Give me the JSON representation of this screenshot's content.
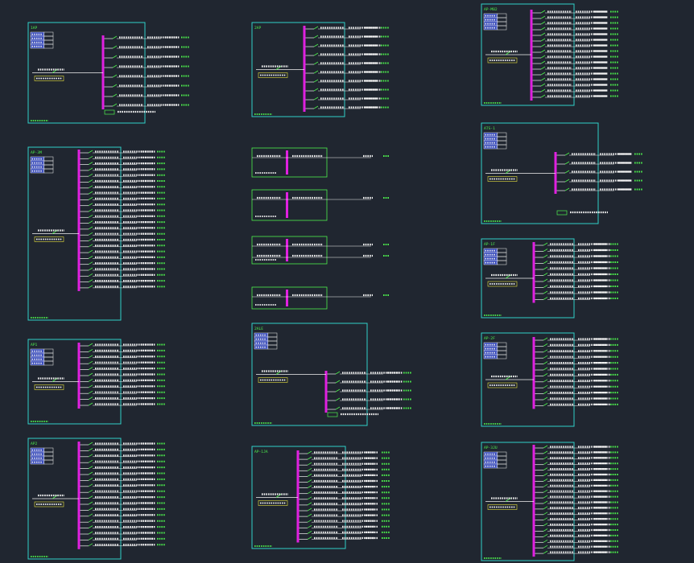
{
  "colors": {
    "background": "#202630",
    "frame": "#2fd0c8",
    "bus": "#e020e0",
    "wire": "#f2f2f2",
    "breaker": "#4df04d",
    "table_border": "#f2f2f2",
    "table_fill": "#2b3fb8",
    "label": "#f2f2f2",
    "highlight": "#e8e040"
  },
  "panels": [
    {
      "id": "AP-1",
      "title": "1AP",
      "rows": 8,
      "table": true,
      "incomer": true,
      "spd": true
    },
    {
      "id": "AP-2",
      "title": "2AP",
      "rows": 10,
      "table": false,
      "incomer": true,
      "spd": false
    },
    {
      "id": "AP-3",
      "title": "AP-M02",
      "rows": 16,
      "table": true,
      "incomer": true,
      "spd": false
    },
    {
      "id": "AL-1",
      "title": "AP-3M",
      "rows": 24,
      "table": true,
      "incomer": true,
      "spd": false
    },
    {
      "id": "ATS-1",
      "title": "ATS-1",
      "rows": 5,
      "table": true,
      "incomer": true,
      "spd": true
    },
    {
      "id": "AL-2",
      "title": "AP-1F",
      "rows": 10,
      "table": true,
      "incomer": true,
      "spd": false
    },
    {
      "id": "AL-3",
      "title": "AP1",
      "rows": 11,
      "table": true,
      "incomer": true,
      "spd": false
    },
    {
      "id": "ATS-2",
      "title": "2ALE",
      "rows": 5,
      "table": true,
      "incomer": true,
      "spd": true
    },
    {
      "id": "AL-4",
      "title": "AP-2F",
      "rows": 12,
      "table": true,
      "incomer": true,
      "spd": false
    },
    {
      "id": "AL-5",
      "title": "AP2",
      "rows": 18,
      "table": true,
      "incomer": true,
      "spd": false
    },
    {
      "id": "AL-6",
      "title": "AP-1JA",
      "rows": 16,
      "table": false,
      "incomer": true,
      "spd": false
    },
    {
      "id": "AL-7",
      "title": "AP-3JU",
      "rows": 20,
      "table": true,
      "incomer": true,
      "spd": false
    }
  ],
  "small_boxes": [
    {
      "id": "SB-1",
      "rows": 1
    },
    {
      "id": "SB-2",
      "rows": 1
    },
    {
      "id": "SB-3",
      "rows": 2
    },
    {
      "id": "SB-4",
      "rows": 1
    }
  ]
}
